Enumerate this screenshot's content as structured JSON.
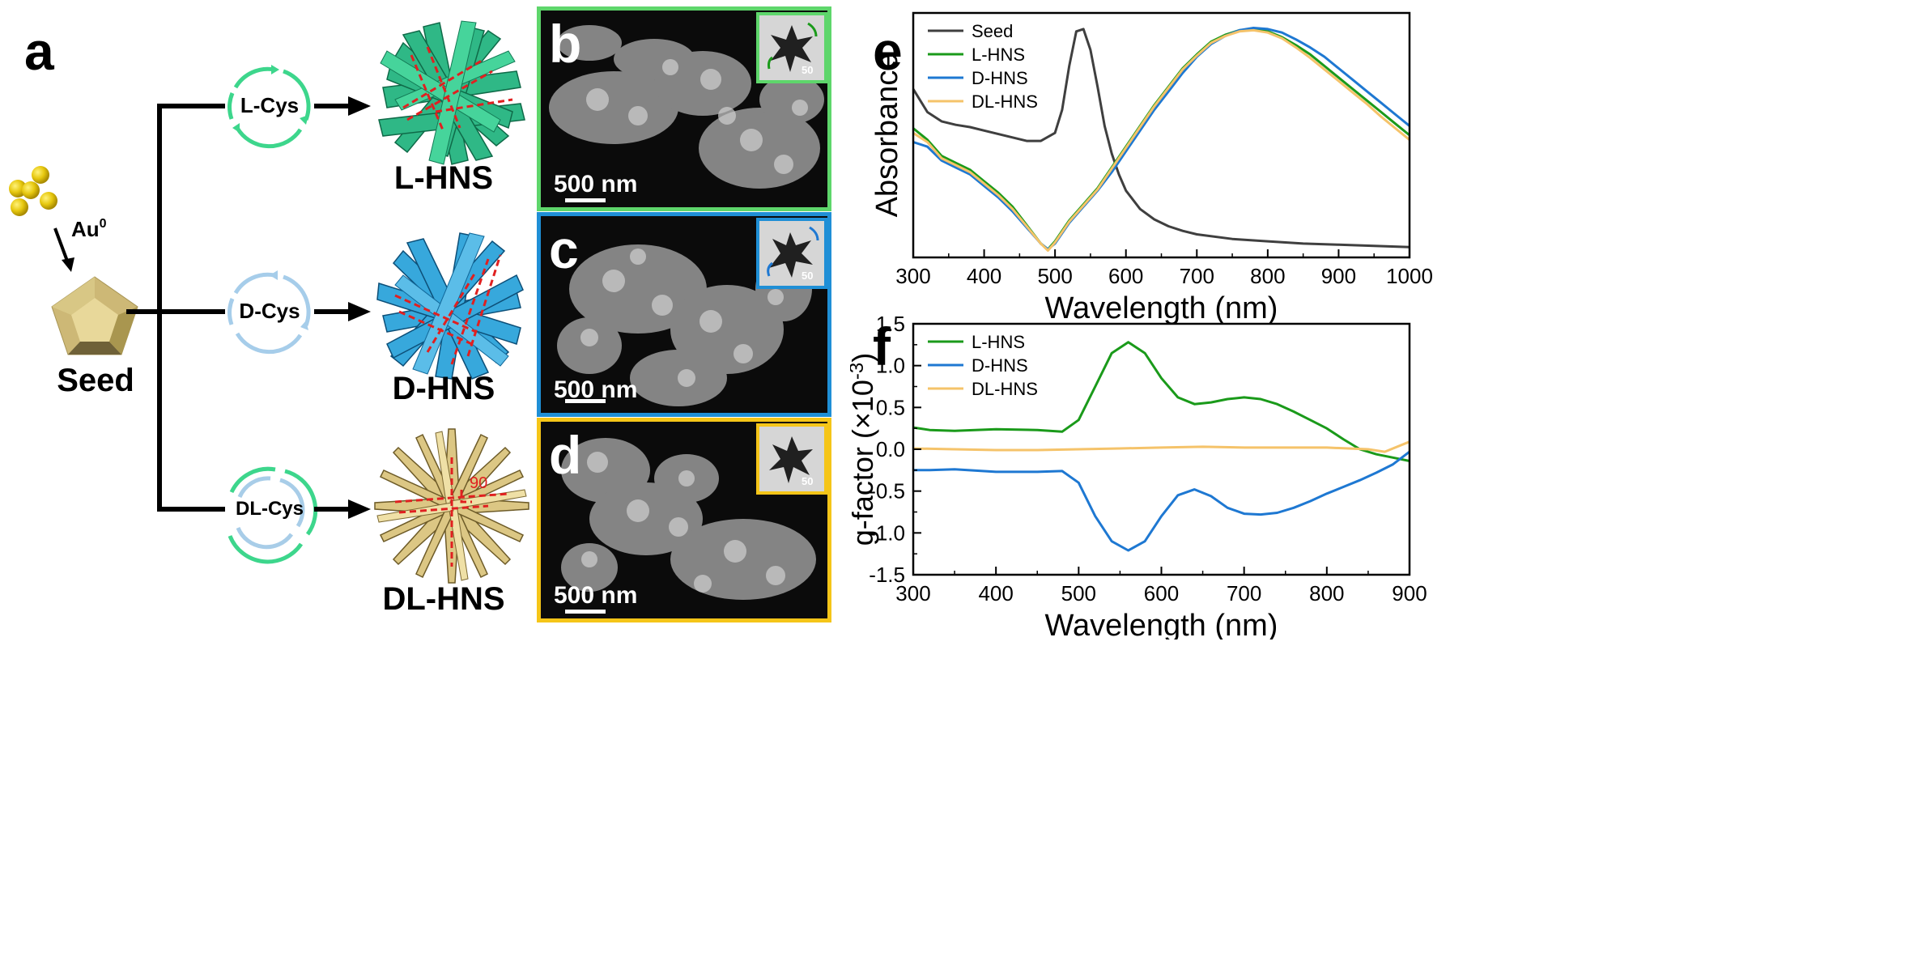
{
  "panel_a": {
    "letter": "a",
    "arrow_label_main": "Au",
    "arrow_label_sup": "0",
    "seed_label": "Seed",
    "routes": [
      {
        "cys": "L-Cys",
        "product": "L-HNS"
      },
      {
        "cys": "D-Cys",
        "product": "D-HNS"
      },
      {
        "cys": "DL-Cys",
        "product": "DL-HNS"
      }
    ],
    "angle_label": "90",
    "colors": {
      "l": "#3dd68c",
      "d": "#9ec9ea",
      "dl_outer": "#3dd68c",
      "dl_inner": "#a8cde8"
    }
  },
  "sem_panels": [
    {
      "letter": "b",
      "scale": "500 nm",
      "inset_scale": "50 nm",
      "border": "#5ed66b"
    },
    {
      "letter": "c",
      "scale": "500 nm",
      "inset_scale": "50 nm",
      "border": "#1f8fd6"
    },
    {
      "letter": "d",
      "scale": "500 nm",
      "inset_scale": "50 nm",
      "border": "#f5c518"
    }
  ],
  "chart_data": [
    {
      "panel": "e",
      "type": "line",
      "xlabel": "Wavelength (nm)",
      "ylabel": "Absorbance",
      "xlim": [
        300,
        1000
      ],
      "xticks": [
        300,
        400,
        500,
        600,
        700,
        800,
        900,
        1000
      ],
      "ylim": [
        0,
        1.06
      ],
      "yticks_shown": false,
      "legend_position": "top-left",
      "series": [
        {
          "name": "Seed",
          "color": "#3f3f3f",
          "x": [
            300,
            320,
            340,
            360,
            380,
            400,
            420,
            440,
            460,
            480,
            500,
            510,
            520,
            530,
            540,
            550,
            560,
            570,
            580,
            590,
            600,
            620,
            640,
            660,
            680,
            700,
            750,
            800,
            850,
            900,
            950,
            1000
          ],
          "y": [
            0.73,
            0.63,
            0.59,
            0.575,
            0.565,
            0.55,
            0.535,
            0.52,
            0.505,
            0.505,
            0.54,
            0.64,
            0.83,
            0.98,
            0.99,
            0.9,
            0.74,
            0.57,
            0.45,
            0.36,
            0.29,
            0.21,
            0.165,
            0.135,
            0.115,
            0.1,
            0.08,
            0.07,
            0.06,
            0.055,
            0.05,
            0.045
          ]
        },
        {
          "name": "L-HNS",
          "color": "#1a9a1a",
          "x": [
            300,
            320,
            340,
            360,
            380,
            400,
            420,
            440,
            460,
            480,
            490,
            500,
            520,
            540,
            560,
            580,
            600,
            620,
            640,
            660,
            680,
            700,
            720,
            740,
            760,
            780,
            800,
            820,
            840,
            860,
            880,
            900,
            920,
            940,
            960,
            980,
            1000
          ],
          "y": [
            0.56,
            0.51,
            0.44,
            0.41,
            0.38,
            0.33,
            0.28,
            0.22,
            0.14,
            0.06,
            0.035,
            0.07,
            0.16,
            0.23,
            0.3,
            0.39,
            0.48,
            0.57,
            0.66,
            0.74,
            0.82,
            0.88,
            0.935,
            0.965,
            0.985,
            0.99,
            0.98,
            0.955,
            0.92,
            0.88,
            0.83,
            0.78,
            0.73,
            0.68,
            0.63,
            0.58,
            0.53
          ]
        },
        {
          "name": "D-HNS",
          "color": "#1e78d2",
          "x": [
            300,
            320,
            340,
            360,
            380,
            400,
            420,
            440,
            460,
            480,
            490,
            500,
            520,
            540,
            560,
            580,
            600,
            620,
            640,
            660,
            680,
            700,
            720,
            740,
            760,
            780,
            800,
            820,
            840,
            860,
            880,
            900,
            920,
            940,
            960,
            980,
            1000
          ],
          "y": [
            0.5,
            0.48,
            0.42,
            0.39,
            0.36,
            0.31,
            0.26,
            0.2,
            0.13,
            0.06,
            0.035,
            0.06,
            0.15,
            0.22,
            0.29,
            0.37,
            0.46,
            0.55,
            0.64,
            0.72,
            0.8,
            0.87,
            0.925,
            0.96,
            0.985,
            0.995,
            0.99,
            0.975,
            0.945,
            0.91,
            0.87,
            0.82,
            0.77,
            0.72,
            0.67,
            0.62,
            0.57
          ]
        },
        {
          "name": "DL-HNS",
          "color": "#f5c36a",
          "x": [
            300,
            320,
            340,
            360,
            380,
            400,
            420,
            440,
            460,
            480,
            490,
            500,
            520,
            540,
            560,
            580,
            600,
            620,
            640,
            660,
            680,
            700,
            720,
            740,
            760,
            780,
            800,
            820,
            840,
            860,
            880,
            900,
            920,
            940,
            960,
            980,
            1000
          ],
          "y": [
            0.54,
            0.5,
            0.43,
            0.4,
            0.37,
            0.32,
            0.27,
            0.21,
            0.135,
            0.06,
            0.03,
            0.065,
            0.155,
            0.225,
            0.295,
            0.385,
            0.475,
            0.565,
            0.655,
            0.735,
            0.815,
            0.875,
            0.93,
            0.96,
            0.98,
            0.985,
            0.975,
            0.95,
            0.91,
            0.865,
            0.815,
            0.765,
            0.715,
            0.665,
            0.61,
            0.56,
            0.51
          ]
        }
      ]
    },
    {
      "panel": "f",
      "type": "line",
      "xlabel": "Wavelength (nm)",
      "ylabel_main": "g-factor (×10",
      "ylabel_sup": "-3",
      "ylabel_end": ")",
      "xlim": [
        300,
        900
      ],
      "xticks": [
        300,
        400,
        500,
        600,
        700,
        800,
        900
      ],
      "ylim": [
        -1.5,
        1.5
      ],
      "yticks": [
        -1.5,
        -1.0,
        -0.5,
        0.0,
        0.5,
        1.0,
        1.5
      ],
      "ytick_labels": [
        "-1.5",
        "-1.0",
        "-0.5",
        "0.0",
        "0.5",
        "1.0",
        "1.5"
      ],
      "legend_position": "top-left",
      "series": [
        {
          "name": "L-HNS",
          "color": "#1a9a1a",
          "x": [
            300,
            320,
            350,
            400,
            450,
            480,
            500,
            520,
            540,
            560,
            580,
            600,
            620,
            640,
            660,
            680,
            700,
            720,
            740,
            760,
            780,
            800,
            820,
            840,
            860,
            880,
            900
          ],
          "y": [
            0.26,
            0.23,
            0.22,
            0.24,
            0.23,
            0.21,
            0.35,
            0.75,
            1.15,
            1.28,
            1.15,
            0.85,
            0.62,
            0.54,
            0.56,
            0.6,
            0.62,
            0.6,
            0.54,
            0.45,
            0.35,
            0.25,
            0.12,
            0.0,
            -0.06,
            -0.1,
            -0.14
          ]
        },
        {
          "name": "D-HNS",
          "color": "#1e78d2",
          "x": [
            300,
            320,
            350,
            400,
            450,
            480,
            500,
            520,
            540,
            560,
            580,
            600,
            620,
            640,
            660,
            680,
            700,
            720,
            740,
            760,
            780,
            800,
            820,
            840,
            860,
            880,
            900
          ],
          "y": [
            -0.25,
            -0.25,
            -0.24,
            -0.27,
            -0.27,
            -0.26,
            -0.4,
            -0.8,
            -1.1,
            -1.21,
            -1.1,
            -0.8,
            -0.55,
            -0.48,
            -0.56,
            -0.7,
            -0.77,
            -0.78,
            -0.76,
            -0.7,
            -0.62,
            -0.53,
            -0.45,
            -0.37,
            -0.28,
            -0.18,
            -0.03
          ]
        },
        {
          "name": "DL-HNS",
          "color": "#f5c36a",
          "x": [
            300,
            350,
            400,
            450,
            500,
            550,
            600,
            650,
            700,
            750,
            800,
            850,
            870,
            900
          ],
          "y": [
            0.01,
            0.0,
            -0.01,
            -0.01,
            0.0,
            0.01,
            0.02,
            0.03,
            0.02,
            0.02,
            0.02,
            0.0,
            -0.03,
            0.09
          ]
        }
      ]
    }
  ]
}
